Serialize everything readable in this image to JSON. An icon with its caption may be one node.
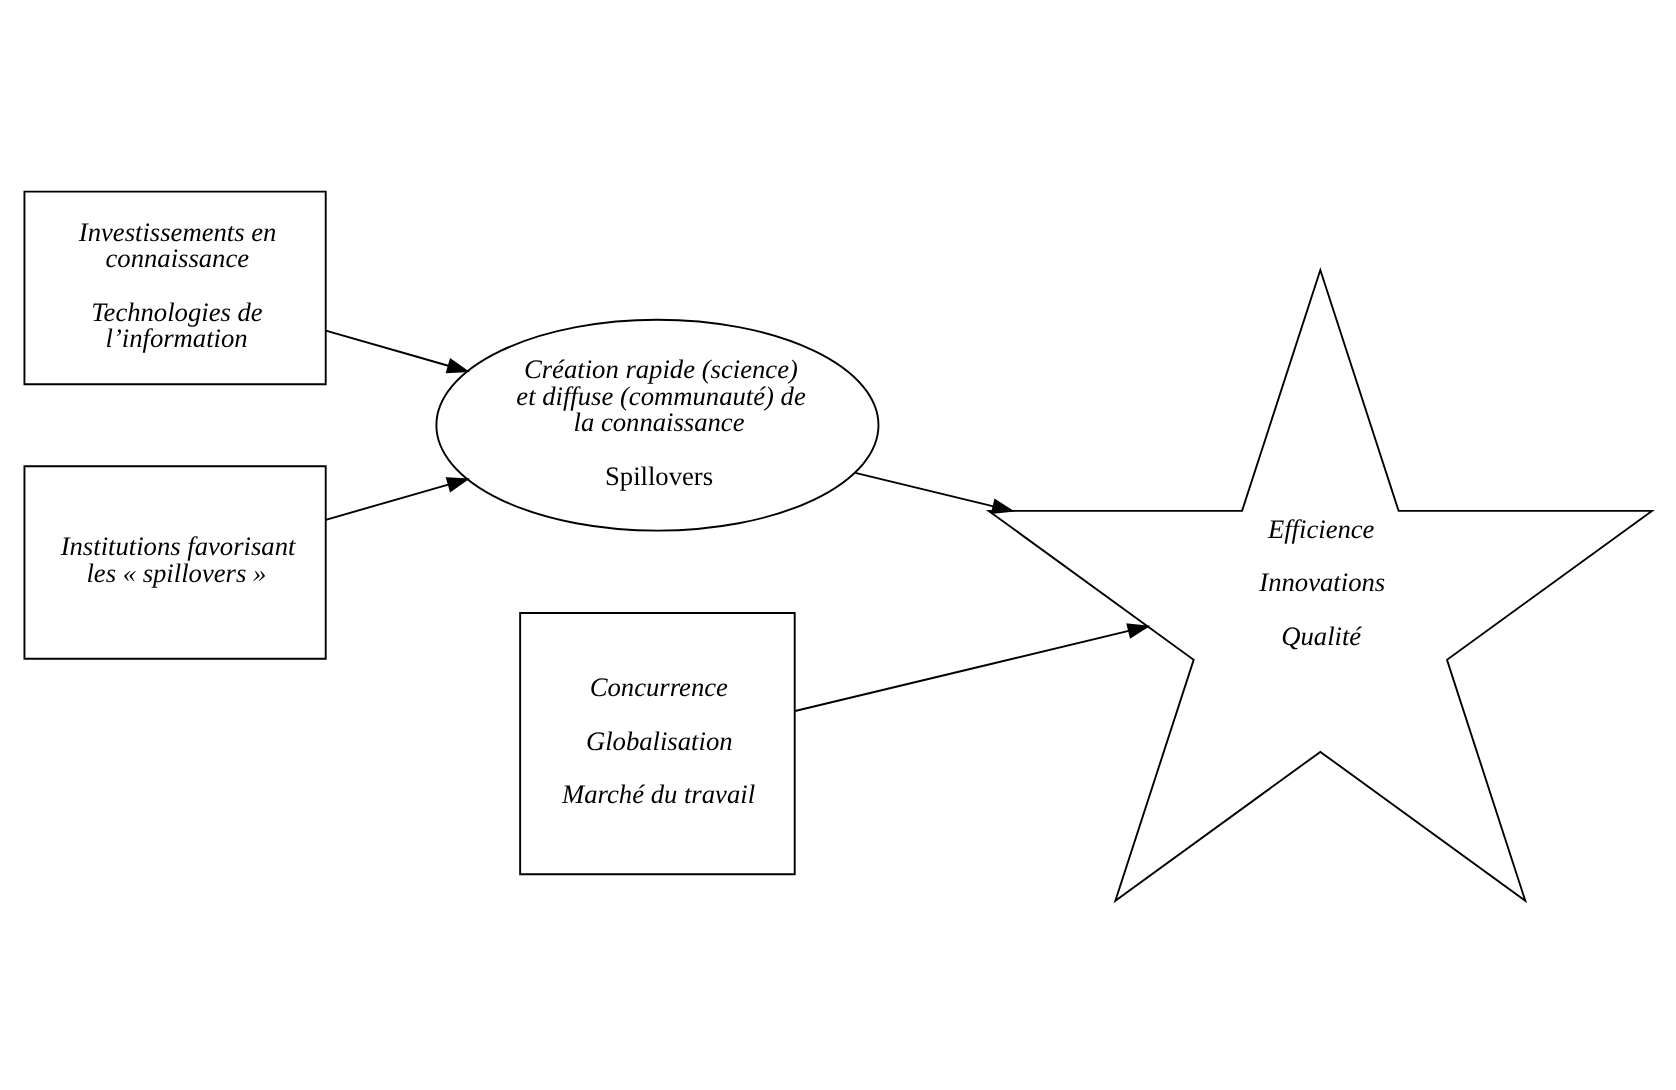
{
  "diagram": {
    "nodes": [
      {
        "text": [
          "Investissements en connaissance",
          "Technologies de l’information"
        ]
      },
      {
        "text": [
          "Création rapide (science) et diffuse (communauté) de la connaissance",
          "Spillovers"
        ]
      },
      {
        "text": [
          "Concurrence",
          "Globalisation",
          "Marché du travail"
        ]
      },
      {
        "text": [
          "Institutions favorisant les « spillovers »"
        ]
      },
      {
        "text": [
          "Efficience",
          "Innovations",
          "Qualité"
        ]
      }
    ],
    "edges": [
      {
        "from": 0,
        "to": 1,
        "arrow": "to"
      },
      {
        "from": 3,
        "to": 1,
        "arrow": "to"
      },
      {
        "from": 1,
        "to": 4,
        "arrow": "to"
      },
      {
        "from": 2,
        "to": 4,
        "arrow": "to"
      }
    ]
  }
}
